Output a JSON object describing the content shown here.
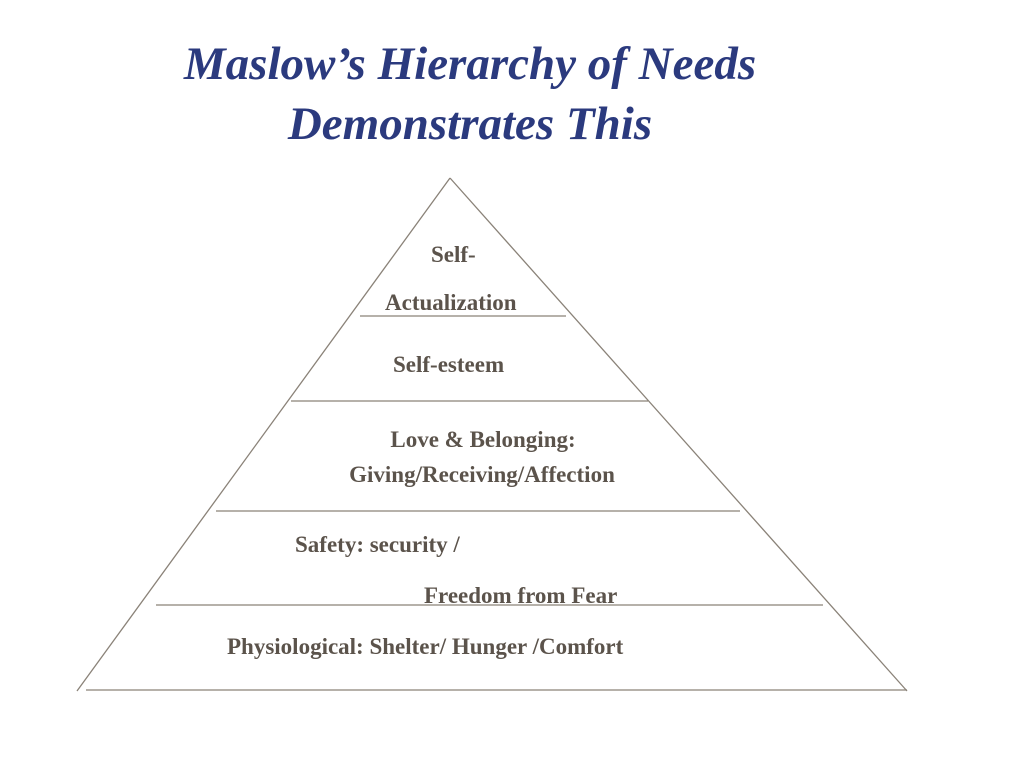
{
  "slide": {
    "title_line1": "Maslow’s Hierarchy of Needs",
    "title_line2": "Demonstrates This"
  },
  "pyramid": {
    "levels": [
      {
        "line1": "Self-",
        "line2": "Actualization"
      },
      {
        "line1": "Self-esteem"
      },
      {
        "line1": "Love & Belonging:",
        "line2": "Giving/Receiving/Affection"
      },
      {
        "line1": "Safety: security /",
        "line2": "Freedom from Fear"
      },
      {
        "line1": "Physiological: Shelter/ Hunger /Comfort"
      }
    ]
  },
  "colors": {
    "title": "#2b3a7e",
    "label": "#5b534b",
    "lines": "#8a8278"
  }
}
